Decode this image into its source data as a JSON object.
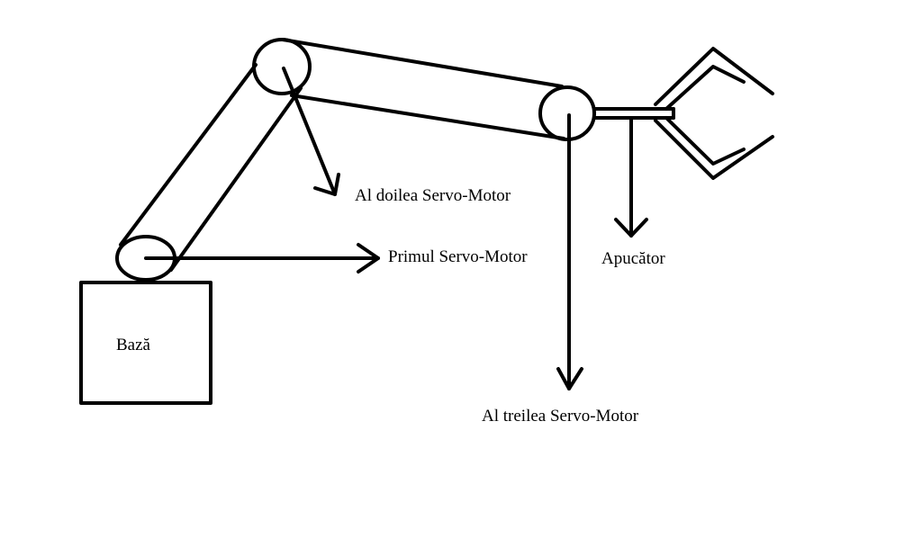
{
  "labels": {
    "base": "Bază",
    "first_servo": "Primul Servo-Motor",
    "second_servo": "Al doilea Servo-Motor",
    "third_servo": "Al treilea Servo-Motor",
    "gripper": "Apucător"
  },
  "colors": {
    "stroke": "#000000",
    "background": "#ffffff"
  }
}
